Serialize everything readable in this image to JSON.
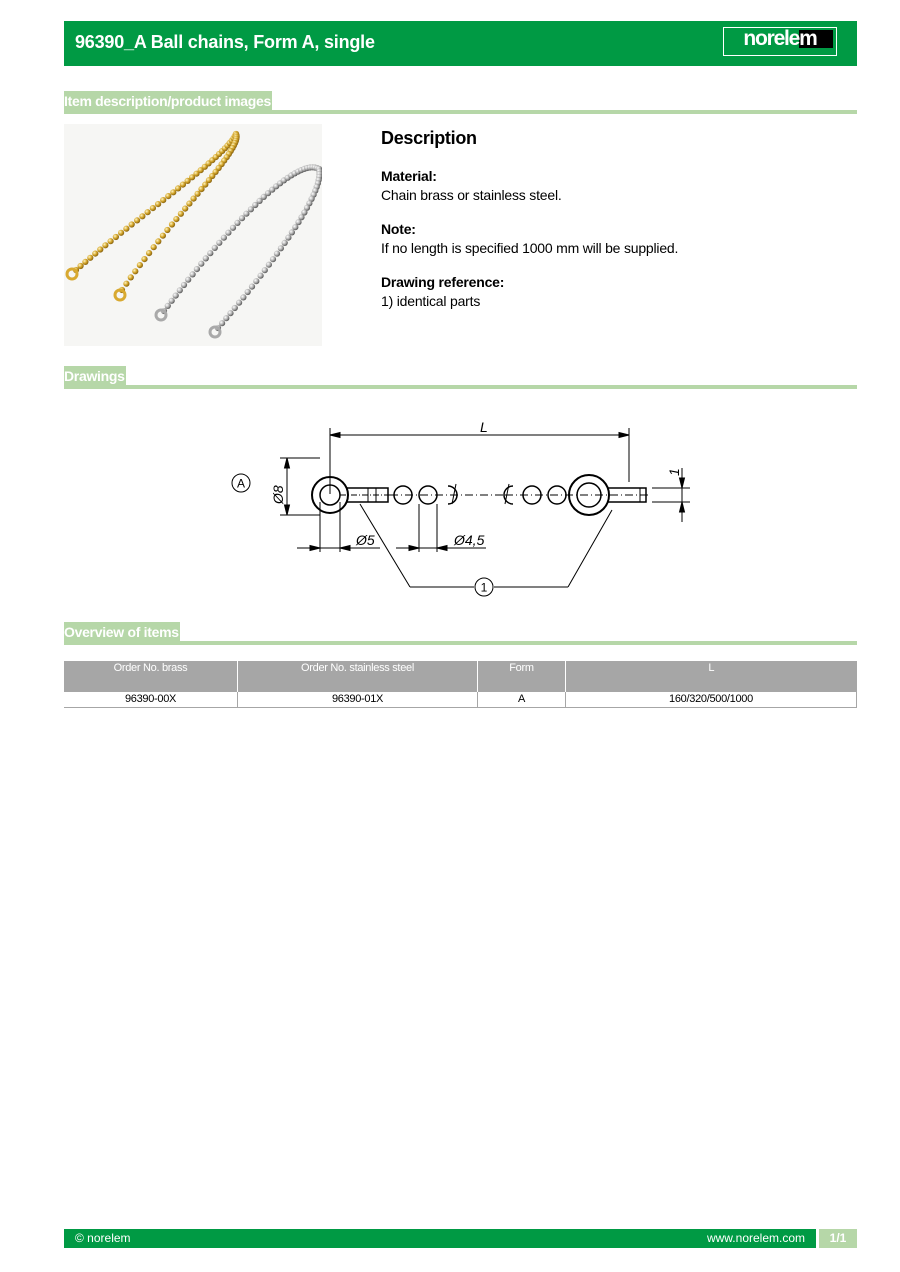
{
  "header": {
    "title": "96390_A Ball chains, Form A, single",
    "logo_text": "norelem"
  },
  "sections": {
    "item_description": "Item description/product images",
    "drawings": "Drawings",
    "overview": "Overview of items"
  },
  "product_image": {
    "alt": "Brass and stainless steel ball chains"
  },
  "description": {
    "heading": "Description",
    "material_label": "Material:",
    "material_value": "Chain brass or stainless steel.",
    "note_label": "Note:",
    "note_value": "If no length is specified 1000 mm will be supplied.",
    "drawing_ref_label": "Drawing reference:",
    "drawing_ref_value": "1) identical parts"
  },
  "drawing": {
    "view_label": "A",
    "dim_length": "L",
    "dim_eye_diameter": "Ø8",
    "dim_hole_diameter": "Ø5",
    "dim_ball_diameter": "Ø4,5",
    "dim_shank": "1",
    "callout": "1"
  },
  "table": {
    "headers": [
      "Order No. brass",
      "Order No. stainless steel",
      "Form",
      "L"
    ],
    "rows": [
      [
        "96390-00X",
        "96390-01X",
        "A",
        "160/320/500/1000"
      ]
    ]
  },
  "footer": {
    "copyright": "© norelem",
    "url": "www.norelem.com",
    "page": "1/1"
  },
  "colors": {
    "brand_green": "#009a44",
    "section_green": "#b6d7a8",
    "table_header": "#a6a6a6"
  }
}
